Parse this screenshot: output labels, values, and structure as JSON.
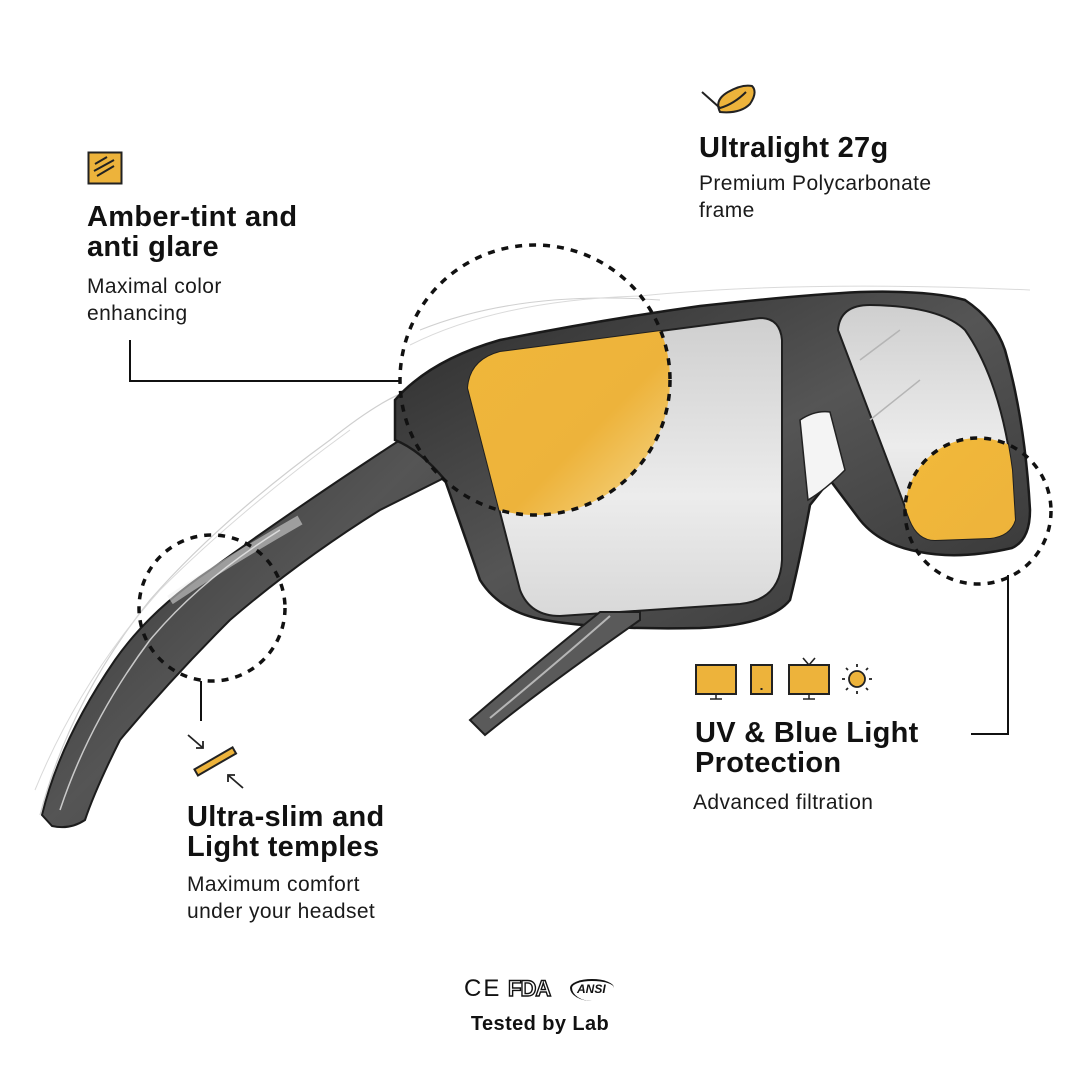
{
  "colors": {
    "accent": "#EDB33B",
    "ink": "#111111",
    "frame_dark": "#3a3a3a",
    "lens_gray": "#dcdcdc"
  },
  "features": {
    "amber": {
      "icon": "amber-lens-hatch-icon",
      "title_line1": "Amber-tint and",
      "title_line2": "anti glare",
      "sub_line1": "Maximal color",
      "sub_line2": "enhancing"
    },
    "ultralight": {
      "icon": "feather-icon",
      "title": "Ultralight 27g",
      "sub_line1": "Premium Polycarbonate",
      "sub_line2": "frame"
    },
    "temples": {
      "icon": "slim-temple-thickness-icon",
      "title_line1": "Ultra-slim and",
      "title_line2": "Light temples",
      "sub_line1": "Maximum comfort",
      "sub_line2": "under your headset"
    },
    "uv": {
      "icons": [
        "monitor-icon",
        "phone-icon",
        "tv-icon",
        "sun-icon"
      ],
      "title_line1": "UV & Blue Light",
      "title_line2": "Protection",
      "sub": "Advanced filtration"
    }
  },
  "certifications": {
    "logos": [
      "CE",
      "FDA",
      "ANSI"
    ],
    "ce": "CE",
    "fda": "FDA",
    "ansi": "ANSI",
    "label": "Tested by Lab"
  }
}
